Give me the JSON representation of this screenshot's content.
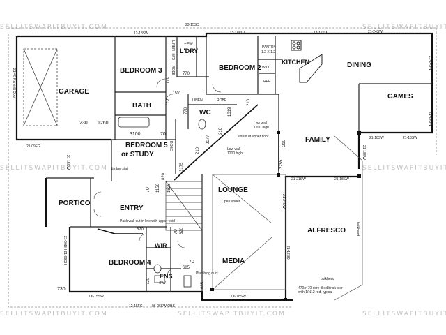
{
  "watermark": "SELLITSWAPITBUYIT.COM",
  "rooms": {
    "garage": "GARAGE",
    "bedroom3": "BEDROOM 3",
    "bedroom2": "BEDROOM 2",
    "laundry": "L'DRY",
    "kitchen": "KITCHEN",
    "dining": "DINING",
    "games": "GAMES",
    "bath": "BATH",
    "wc": "WC",
    "bedroom5": "BEDROOM 5",
    "or_study": "or STUDY",
    "family": "FAMILY",
    "lounge": "LOUNGE",
    "portico": "PORTICO",
    "entry": "ENTRY",
    "wir": "WIR",
    "bedroom4": "BEDROOM 4",
    "ens": "ENS",
    "media": "MEDIA",
    "alfresco": "ALFRESCO"
  },
  "fixtures": {
    "linen_hws": "LINEN HWS",
    "robe": "ROBE",
    "linen": "LINEN",
    "pantry": "PANTRY",
    "pantry_size": "1.2 X 1.2",
    "wo": "W.O.",
    "ref": "REF.",
    "fw": "+FW",
    "fw2": "+FW",
    "bulkhead": "bulkhead",
    "bulkhead2": "bulkhead"
  },
  "dimensions": {
    "d1": "23-15SD",
    "d2": "12-18SW",
    "d3": "12-18SW",
    "d4": "12-15SW",
    "d5": "21-24SW",
    "d6": "21-48 Panelift Door",
    "d7": "21-24SW",
    "d8": "21-24SW",
    "d9": "21-18SW",
    "d10": "21-18SW",
    "d11": "21-09FG",
    "d12": "21-21SW",
    "d13": "21-18SW",
    "d14": "21-24SW",
    "d15": "21-18SW",
    "d16": "21-06DH 21-09DH",
    "d17": "21-12SD",
    "d18": "06-15SW",
    "d19": "06-18SW",
    "d20": "12-15FG",
    "d21": "06-06SW OBS",
    "d22": "21-15SW",
    "v770a": "770",
    "v770b": "770",
    "v770c": "770",
    "v770d": "770",
    "v1500": "1500",
    "v230": "230",
    "v1260": "1260",
    "v3100": "3100",
    "v70a": "70",
    "v70b": "70",
    "v70c": "70",
    "v70d": "70",
    "v1319": "1319",
    "v210a": "210",
    "v210b": "210",
    "v210c": "210",
    "v210d": "210",
    "v2077": "2077",
    "v2255": "2255",
    "v820a": "820",
    "v820b": "820",
    "v820c": "820",
    "v1150": "1150",
    "v1525": "1525",
    "v3175": "3175",
    "v685": "685",
    "v885": "885",
    "v730": "730",
    "v720": "720"
  },
  "notes": {
    "low_wall_1200": "Low wall\n1200 high",
    "extent_upper": "extent of upper floor",
    "low_wall_1200_b": "Low wall\n1200 high",
    "open_under": "Open under",
    "pack_wall": "Pack wall out in line with upper void",
    "plumbing_duct": "Plumbing duct",
    "pier_note": "470x470 core filled brick pier\nwith 1/N12 rod, typical",
    "timber_stair": "timber stair"
  }
}
